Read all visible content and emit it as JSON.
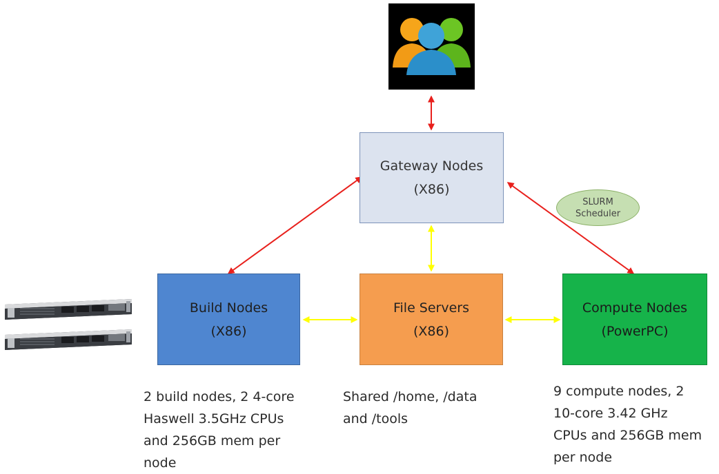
{
  "nodes": {
    "gateway": {
      "name": "Gateway Nodes",
      "arch": "(X86)"
    },
    "build": {
      "name": "Build Nodes",
      "arch": "(X86)"
    },
    "file_servers": {
      "name": "File Servers",
      "arch": "(X86)"
    },
    "compute": {
      "name": "Compute Nodes",
      "arch": "(PowerPC)"
    }
  },
  "scheduler": {
    "line1": "SLURM",
    "line2": "Scheduler"
  },
  "descriptions": {
    "build": [
      "2 build nodes, 2 4-core",
      "Haswell 3.5GHz CPUs",
      "and 256GB mem per",
      "node"
    ],
    "file_servers": [
      "Shared /home, /data",
      "and /tools"
    ],
    "compute": [
      "9 compute nodes, 2",
      "10-core 3.42 GHz",
      "CPUs and 256GB mem",
      "per node"
    ]
  },
  "icons": {
    "users": "users-group-icon",
    "server": "rack-server-icon"
  },
  "colors": {
    "gateway_fill": "#dce3ef",
    "build_fill": "#4f86d0",
    "file_servers_fill": "#f59d4f",
    "compute_fill": "#16b34a",
    "scheduler_fill": "#c6dfb2",
    "red_link": "#e8201c",
    "yellow_link": "#ffff00"
  }
}
